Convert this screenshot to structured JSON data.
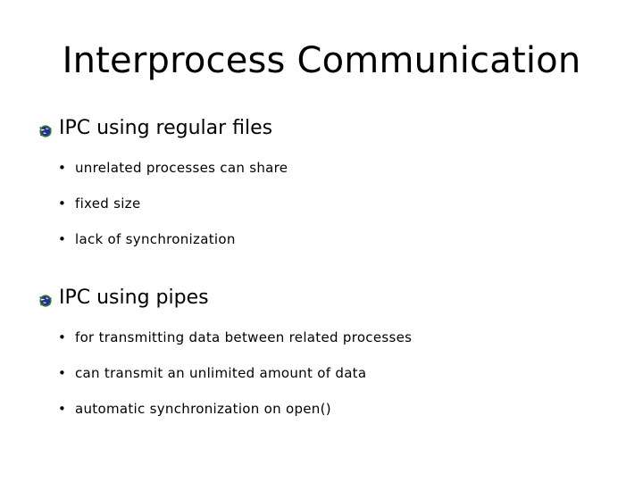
{
  "slide": {
    "title": "Interprocess Communication",
    "background_color": "#ffffff",
    "text_color": "#000000",
    "bullet_icon_name": "globe-icon",
    "bullet_icon_colors": {
      "core": "#1f2f8f",
      "ring": "#2f7a2f",
      "highlight": "#ffffff"
    },
    "sub_bullet_glyph": "•",
    "sections": [
      {
        "heading": "IPC using regular files",
        "points": [
          "unrelated processes can share",
          "fixed size",
          "lack of synchronization"
        ]
      },
      {
        "heading": "IPC using pipes",
        "points": [
          "for transmitting data between related processes",
          "can transmit an unlimited amount of data",
          "automatic synchronization on open()"
        ]
      }
    ]
  }
}
